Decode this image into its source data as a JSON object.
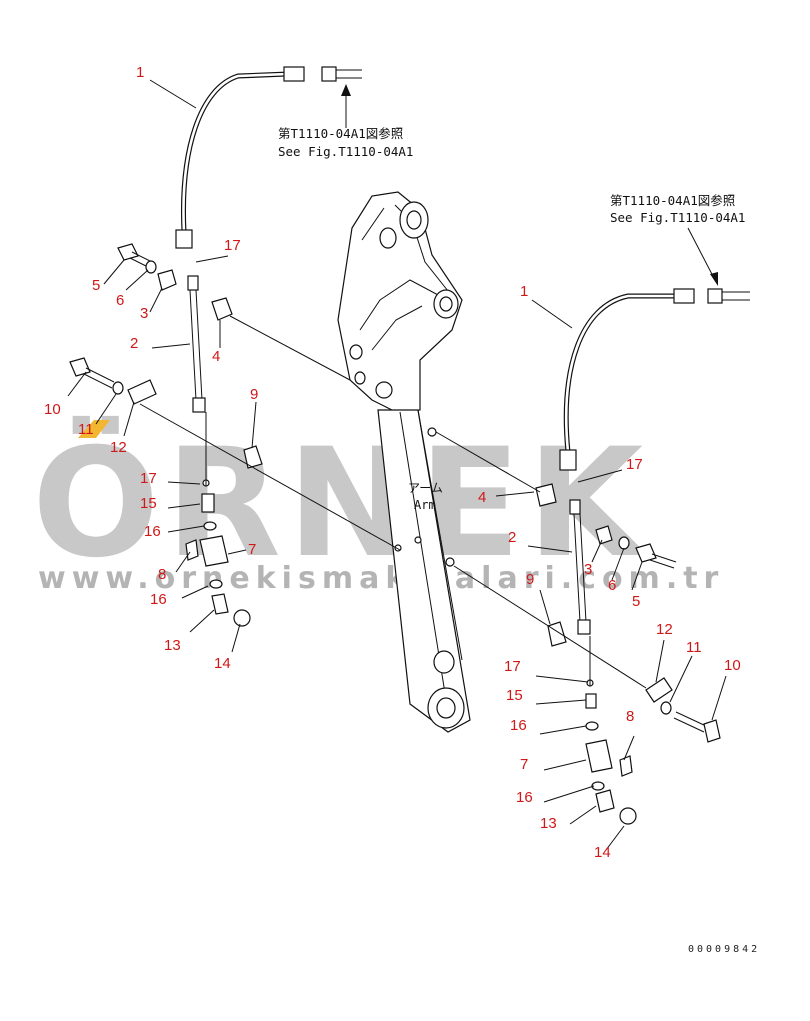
{
  "watermark": {
    "brand": "ÖRNEK",
    "url": "www.ornekismakinalari.com.tr"
  },
  "references": {
    "left_jp": "第T1110-04A1図参照",
    "left_en": "See Fig.T1110-04A1",
    "right_jp": "第T1110-04A1図参照",
    "right_en": "See Fig.T1110-04A1"
  },
  "arm_label": {
    "jp": "アーム",
    "en": "Arm"
  },
  "drawing_code": "00009842",
  "callouts": [
    {
      "id": "callout-1-left",
      "label": "1"
    },
    {
      "id": "callout-17-left-top",
      "label": "17"
    },
    {
      "id": "callout-5-left",
      "label": "5"
    },
    {
      "id": "callout-6-left",
      "label": "6"
    },
    {
      "id": "callout-3-left",
      "label": "3"
    },
    {
      "id": "callout-4-left",
      "label": "4"
    },
    {
      "id": "callout-2-left",
      "label": "2"
    },
    {
      "id": "callout-10-left",
      "label": "10"
    },
    {
      "id": "callout-11-left",
      "label": "11"
    },
    {
      "id": "callout-12-left",
      "label": "12"
    },
    {
      "id": "callout-9-left",
      "label": "9"
    },
    {
      "id": "callout-17-left-mid",
      "label": "17"
    },
    {
      "id": "callout-15-left",
      "label": "15"
    },
    {
      "id": "callout-16-left-a",
      "label": "16"
    },
    {
      "id": "callout-7-left",
      "label": "7"
    },
    {
      "id": "callout-8-left",
      "label": "8"
    },
    {
      "id": "callout-16-left-b",
      "label": "16"
    },
    {
      "id": "callout-13-left",
      "label": "13"
    },
    {
      "id": "callout-14-left",
      "label": "14"
    },
    {
      "id": "callout-1-right",
      "label": "1"
    },
    {
      "id": "callout-17-right-top",
      "label": "17"
    },
    {
      "id": "callout-4-right",
      "label": "4"
    },
    {
      "id": "callout-2-right",
      "label": "2"
    },
    {
      "id": "callout-3-right",
      "label": "3"
    },
    {
      "id": "callout-6-right",
      "label": "6"
    },
    {
      "id": "callout-5-right",
      "label": "5"
    },
    {
      "id": "callout-9-right",
      "label": "9"
    },
    {
      "id": "callout-12-right",
      "label": "12"
    },
    {
      "id": "callout-11-right",
      "label": "11"
    },
    {
      "id": "callout-10-right",
      "label": "10"
    },
    {
      "id": "callout-17-right-mid",
      "label": "17"
    },
    {
      "id": "callout-15-right",
      "label": "15"
    },
    {
      "id": "callout-16-right-a",
      "label": "16"
    },
    {
      "id": "callout-8-right",
      "label": "8"
    },
    {
      "id": "callout-7-right",
      "label": "7"
    },
    {
      "id": "callout-16-right-b",
      "label": "16"
    },
    {
      "id": "callout-13-right",
      "label": "13"
    },
    {
      "id": "callout-14-right",
      "label": "14"
    }
  ],
  "colors": {
    "callout": "#d01818",
    "watermark": "#c8c8c8",
    "accent_mark": "#f2b630"
  }
}
